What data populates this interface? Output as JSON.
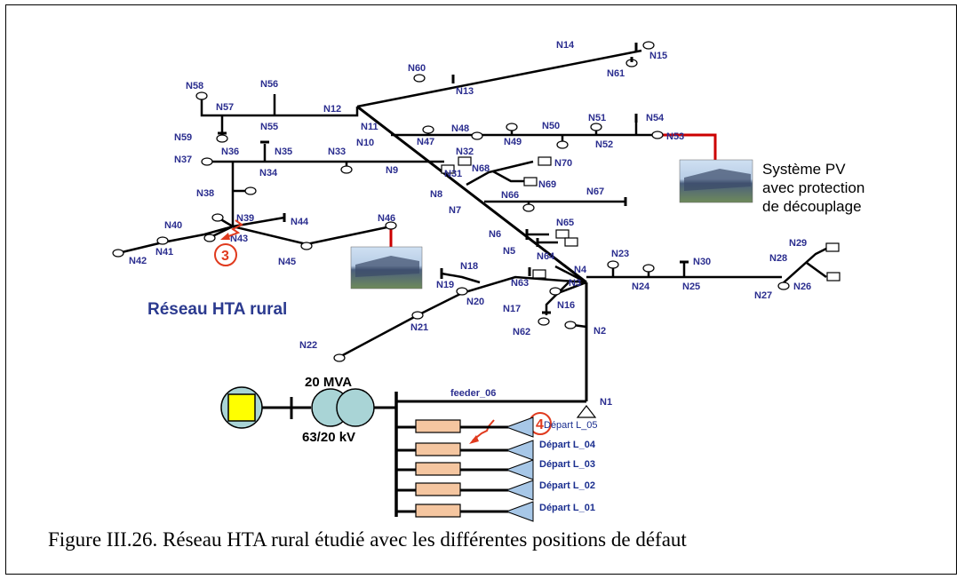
{
  "title": "Réseau HTA rural",
  "caption": "Figure III.26. Réseau HTA rural étudié avec les différentes positions de défaut",
  "pv_note": [
    "Système PV",
    "avec protection",
    "de découplage"
  ],
  "transformer": {
    "rating": "20 MVA",
    "ratio": "63/20 kV"
  },
  "feeder_label": "feeder_06",
  "departs": [
    "Départ L_05",
    "Départ L_04",
    "Départ L_03",
    "Départ L_02",
    "Départ L_01"
  ],
  "faults": [
    "3",
    "4"
  ],
  "nodes": [
    "N1",
    "N2",
    "N3",
    "N4",
    "N5",
    "N6",
    "N7",
    "N8",
    "N9",
    "N10",
    "N11",
    "N12",
    "N13",
    "N14",
    "N15",
    "N16",
    "N17",
    "N18",
    "N19",
    "N20",
    "N21",
    "N22",
    "N23",
    "N24",
    "N25",
    "N26",
    "N27",
    "N28",
    "N29",
    "N30",
    "N31",
    "N32",
    "N33",
    "N34",
    "N35",
    "N36",
    "N37",
    "N38",
    "N39",
    "N40",
    "N41",
    "N42",
    "N43",
    "N44",
    "N45",
    "N46",
    "N47",
    "N48",
    "N49",
    "N50",
    "N51",
    "N52",
    "N53",
    "N54",
    "N55",
    "N56",
    "N57",
    "N58",
    "N59",
    "N60",
    "N61",
    "N62",
    "N63",
    "N64",
    "N65",
    "N66",
    "N67",
    "N68",
    "N69",
    "N70"
  ],
  "colors": {
    "node_label": "#2b2e8f",
    "fault": "#e03a1e",
    "pv_link": "#cc0000",
    "breaker": "#f5c6a0",
    "source": "#ffff00",
    "transformer": "#a9d4d6",
    "depart_triangle": "#a7c7e7"
  }
}
